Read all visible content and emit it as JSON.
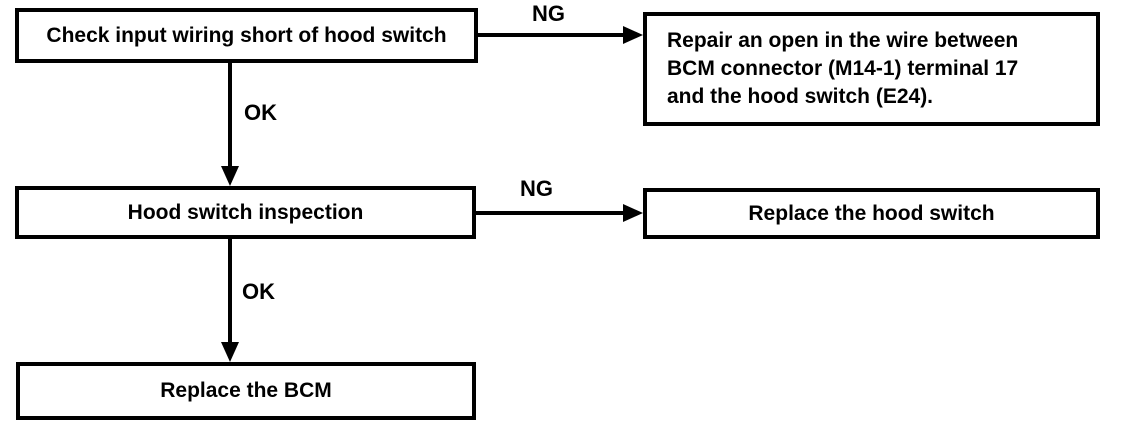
{
  "diagram": {
    "type": "flowchart",
    "background_color": "#ffffff",
    "line_color": "#000000",
    "text_color": "#000000",
    "nodes": [
      {
        "id": "check-input-wiring",
        "label": "Check input wiring short of hood switch"
      },
      {
        "id": "repair-open-wire",
        "label": "Repair an open in the wire between\nBCM connector (M14-1) terminal 17\nand the hood switch (E24)."
      },
      {
        "id": "hood-switch-inspection",
        "label": "Hood switch inspection"
      },
      {
        "id": "replace-hood-switch",
        "label": "Replace the hood switch"
      },
      {
        "id": "replace-bcm",
        "label": "Replace the BCM"
      }
    ],
    "edges": [
      {
        "from": "check-input-wiring",
        "to": "repair-open-wire",
        "label": "NG"
      },
      {
        "from": "check-input-wiring",
        "to": "hood-switch-inspection",
        "label": "OK"
      },
      {
        "from": "hood-switch-inspection",
        "to": "replace-hood-switch",
        "label": "NG"
      },
      {
        "from": "hood-switch-inspection",
        "to": "replace-bcm",
        "label": "OK"
      }
    ]
  }
}
